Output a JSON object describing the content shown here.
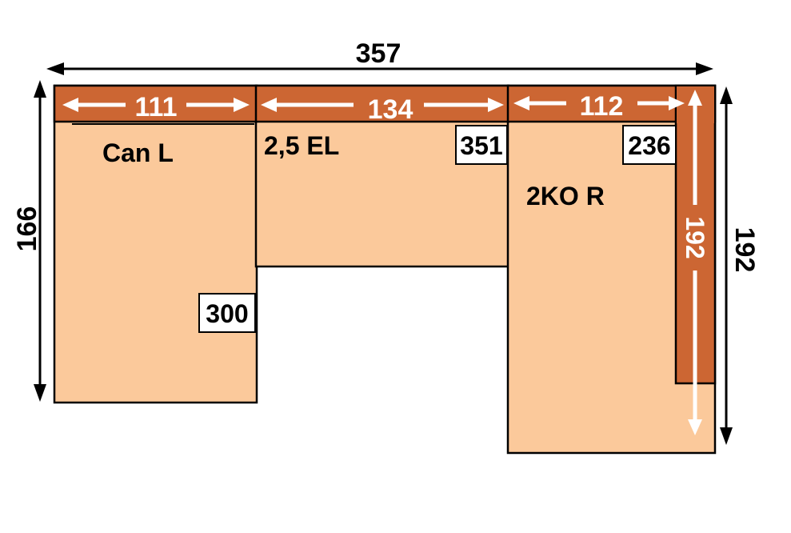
{
  "overall": {
    "width": "357",
    "left_depth": "166",
    "right_depth": "192"
  },
  "modules": {
    "left": {
      "name": "Can L",
      "code": "300",
      "back_width": "111"
    },
    "middle": {
      "name": "2,5 EL",
      "code": "351",
      "back_width": "134"
    },
    "right": {
      "name": "2KO R",
      "code": "236",
      "back_width": "112",
      "side_depth": "192"
    }
  },
  "colors": {
    "seat": "#FBC99B",
    "back": "#CC6633",
    "outline": "#000000",
    "arrow_dark": "#000000",
    "arrow_light": "#ffffff",
    "code_box": "#ffffff"
  }
}
